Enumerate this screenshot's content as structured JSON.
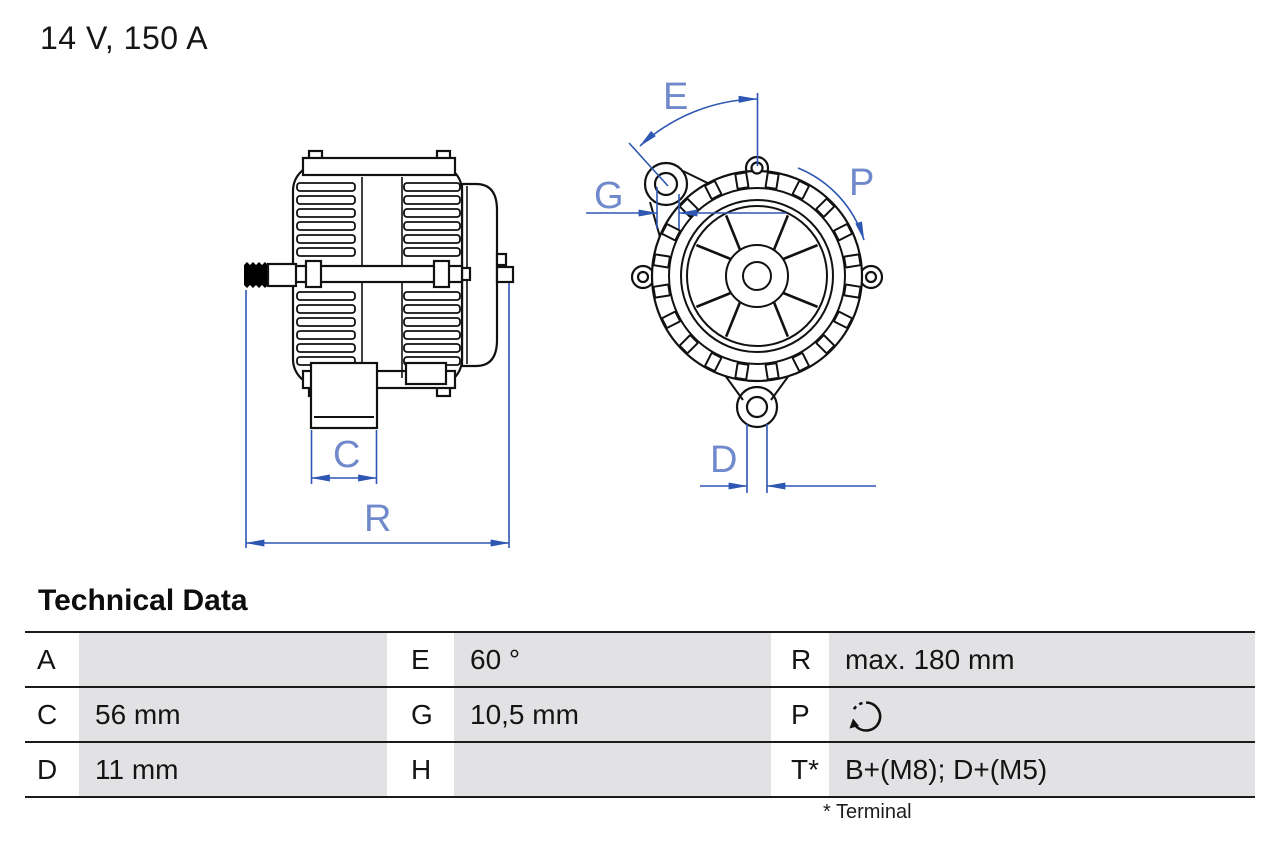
{
  "rating": "14 V, 150 A",
  "diagram": {
    "dimension_labels": {
      "C": "C",
      "R": "R",
      "E": "E",
      "G": "G",
      "P": "P",
      "D": "D"
    }
  },
  "technical_data": {
    "title": "Technical Data",
    "footnote": "* Terminal",
    "rows": [
      {
        "c1_label": "A",
        "c1_value": "",
        "c2_label": "E",
        "c2_value": "60 °",
        "c3_label": "R",
        "c3_value": "max. 180 mm"
      },
      {
        "c1_label": "C",
        "c1_value": "56 mm",
        "c2_label": "G",
        "c2_value": "10,5 mm",
        "c3_label": "P",
        "c3_value": "",
        "c3_icon": "rotation-direction-icon"
      },
      {
        "c1_label": "D",
        "c1_value": "11 mm",
        "c2_label": "H",
        "c2_value": "",
        "c3_label": "T*",
        "c3_value": "B+(M8); D+(M5)"
      }
    ]
  },
  "colors": {
    "dimension_line": "#2d57b2",
    "dimension_label": "#7089cc",
    "table_cell_gray": "#e2e2e4"
  }
}
